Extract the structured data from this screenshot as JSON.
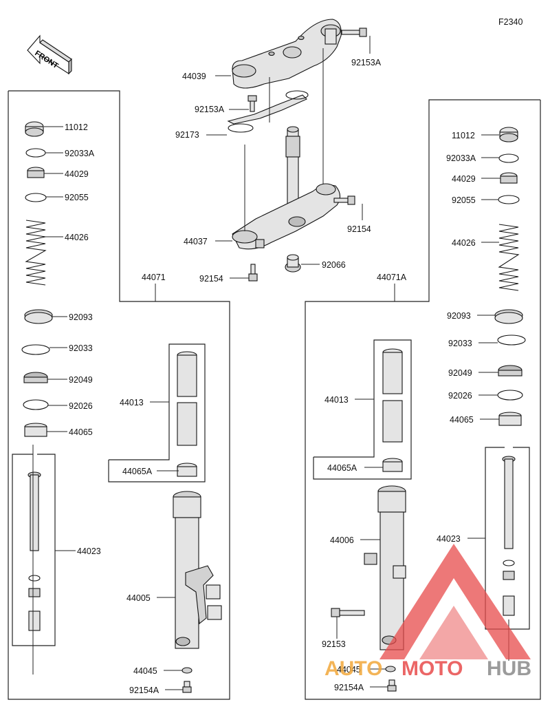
{
  "diagram": {
    "figure_code": "F2340",
    "front_label": "FRONT",
    "labels": {
      "l_44039": "44039",
      "l_92153A_top": "92153A",
      "l_92153A_mid": "92153A",
      "l_92173": "92173",
      "l_44037": "44037",
      "l_92154_left": "92154",
      "l_92154_right": "92154",
      "l_92066": "92066",
      "L_11012": "11012",
      "L_92033A": "92033A",
      "L_44029": "44029",
      "L_92055": "92055",
      "L_44026": "44026",
      "L_44071": "44071",
      "L_92093": "92093",
      "L_92033": "92033",
      "L_92049": "92049",
      "L_92026": "92026",
      "L_44065": "44065",
      "L_44023": "44023",
      "L_44013": "44013",
      "L_44065A": "44065A",
      "L_44005": "44005",
      "L_44045": "44045",
      "L_92154A": "92154A",
      "R_11012": "11012",
      "R_92033A": "92033A",
      "R_44029": "44029",
      "R_92055": "92055",
      "R_44026": "44026",
      "R_44071A": "44071A",
      "R_92093": "92093",
      "R_92033": "92033",
      "R_92049": "92049",
      "R_92026": "92026",
      "R_44065": "44065",
      "R_44023": "44023",
      "R_44013": "44013",
      "R_44065A": "44065A",
      "R_44006": "44006",
      "R_92153": "92153",
      "R_44045": "44045",
      "R_92154A": "92154A"
    }
  },
  "watermark": {
    "text_part1": "AUTO",
    "text_part2": "MOTO",
    "text_part3": "HUB",
    "color_orange": "#f2a83a",
    "color_red": "#e84c4c",
    "color_grey": "#8a8a8a"
  }
}
